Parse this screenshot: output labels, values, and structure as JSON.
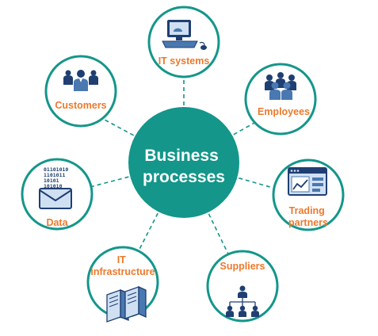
{
  "center": {
    "line1": "Business",
    "line2": "processes"
  },
  "nodes": [
    {
      "id": "it-systems",
      "lines": [
        "IT systems"
      ],
      "icon": "computer-icon"
    },
    {
      "id": "employees",
      "lines": [
        "Employees"
      ],
      "icon": "employees-group-icon"
    },
    {
      "id": "trading-partners",
      "lines": [
        "Trading",
        "partners"
      ],
      "icon": "browser-window-chart-icon"
    },
    {
      "id": "suppliers",
      "lines": [
        "Suppliers"
      ],
      "icon": "org-chart-icon"
    },
    {
      "id": "it-infrastructure",
      "lines": [
        "IT",
        "infrastructure"
      ],
      "icon": "server-racks-icon"
    },
    {
      "id": "data",
      "lines": [
        "Data"
      ],
      "icon": "binary-envelope-icon"
    },
    {
      "id": "customers",
      "lines": [
        "Customers"
      ],
      "icon": "customer-group-icon"
    }
  ],
  "colors": {
    "teal": "#14968a",
    "label_orange": "#ec7a2c",
    "icon_navy": "#1f3f72",
    "icon_blue": "#4a78b0",
    "icon_light": "#cfe0f3"
  }
}
